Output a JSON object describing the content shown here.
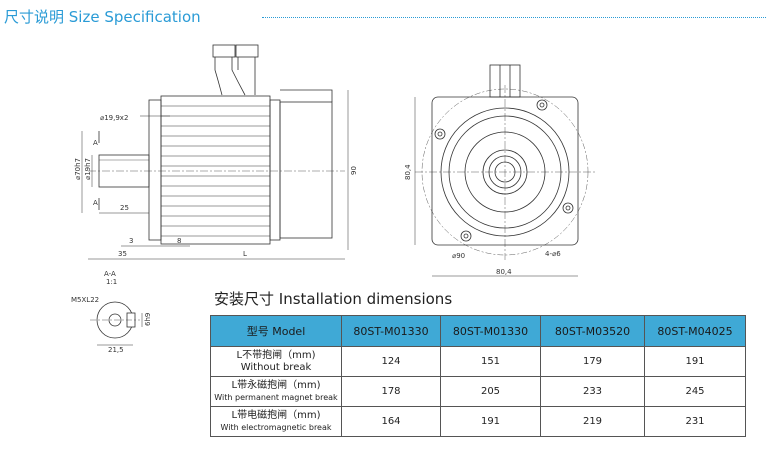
{
  "header": {
    "title": "尺寸说明 Size Specification"
  },
  "drawing_labels": {
    "shaft_dia": "⌀19,9x2",
    "key_mark_top": "A",
    "key_mark_bottom": "A",
    "pilot_dia": "⌀70h7",
    "shaft_fit": "⌀19h7",
    "shaft_len": "25",
    "len_3": "3",
    "len_35": "35",
    "len_8": "8",
    "len_L": "L",
    "height_90": "90",
    "flange_h": "80,4",
    "flange_w": "80,4",
    "bolt_circle": "⌀90",
    "holes": "4-⌀6",
    "section_label": "A-A",
    "section_scale": "1:1",
    "thread": "M5XL22",
    "key_width": "6h9",
    "key_depth": "21,5"
  },
  "install_title": "安装尺寸  Installation dimensions",
  "table": {
    "header_model": "型号 Model",
    "models": [
      "80ST-M01330",
      "80ST-M01330",
      "80ST-M03520",
      "80ST-M04025"
    ],
    "rows": [
      {
        "label_cn": "L不带抱闸（mm)",
        "label_en": "Without break",
        "values": [
          "124",
          "151",
          "179",
          "191"
        ]
      },
      {
        "label_cn": "L带永磁抱闸（mm)",
        "label_en": "With permanent magnet break",
        "values": [
          "178",
          "205",
          "233",
          "245"
        ]
      },
      {
        "label_cn": "L带电磁抱闸（mm)",
        "label_en": "With electromagnetic break",
        "values": [
          "164",
          "191",
          "219",
          "231"
        ]
      }
    ]
  }
}
